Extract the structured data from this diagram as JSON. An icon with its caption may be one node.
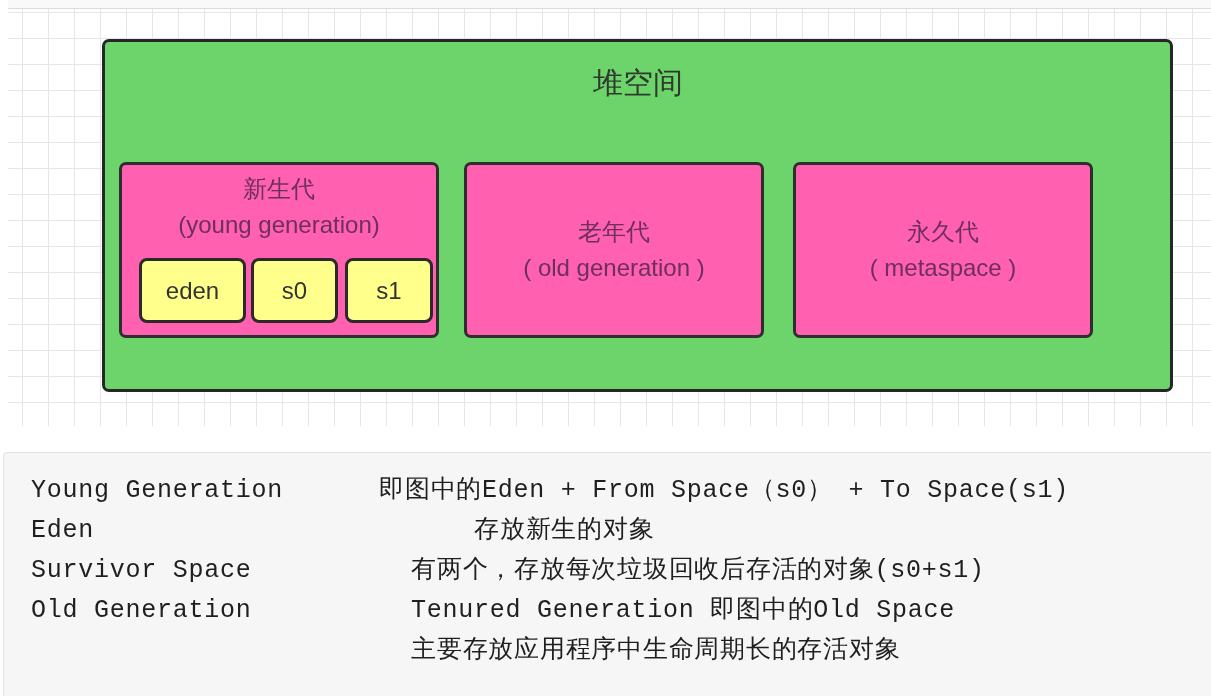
{
  "diagram": {
    "nodes": [
      {
        "text": [
          "堆空间"
        ]
      },
      {
        "text": [
          "新生代",
          "(young generation)"
        ],
        "in": 0
      },
      {
        "text": [
          "eden"
        ],
        "in": 1
      },
      {
        "text": [
          "s0"
        ],
        "in": 1
      },
      {
        "text": [
          "s1"
        ],
        "in": 1
      },
      {
        "text": [
          "老年代",
          "( old generation )"
        ],
        "in": 0
      },
      {
        "text": [
          "永久代",
          "( metaspace )"
        ],
        "in": 0
      }
    ],
    "labels": [
      "Young Generation",
      "即图中的Eden + From Space（s0） + To Space(s1)",
      "Eden",
      "存放新生的对象",
      "Survivor Space",
      "有两个，存放每次垃圾回收后存活的对象(s0+s1)",
      "Old Generation",
      "Tenured Generation 即图中的Old Space",
      "主要存放应用程序中生命周期长的存活对象"
    ]
  }
}
